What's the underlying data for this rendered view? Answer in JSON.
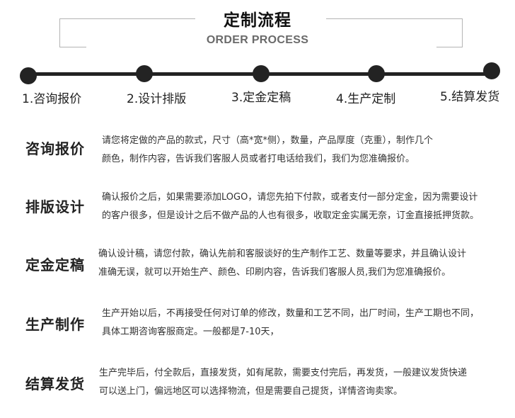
{
  "header": {
    "title_cn": "定制流程",
    "title_en": "ORDER PROCESS"
  },
  "timeline": {
    "line_color": "#222222",
    "steps": [
      {
        "label": "1.咨询报价"
      },
      {
        "label": "2.设计排版"
      },
      {
        "label": "3.定金定稿"
      },
      {
        "label": "4.生产定制"
      },
      {
        "label": "5.结算发货"
      }
    ]
  },
  "sections": [
    {
      "title": "咨询报价",
      "lines": [
        "请您将定做的产品的款式，尺寸（高*宽*侧），数量，产品厚度（克重），制作几个",
        "颜色，制作内容，告诉我们客服人员或者打电话给我们，我们为您准确报价。"
      ]
    },
    {
      "title": "排版设计",
      "lines": [
        "确认报价之后，如果需要添加LOGO，请您先拍下付款，或者支付一部分定金，因为需要设计",
        "的客户很多，但是设计之后不做产品的人也有很多，收取定金实属无奈，订金直接抵押货款。"
      ]
    },
    {
      "title": "定金定稿",
      "lines": [
        "确认设计稿，请您付款，确认先前和客服谈好的生产制作工艺、数量等要求，并且确认设计",
        "准确无误，就可以开始生产、颜色、印刷内容，告诉我们客服人员,我们为您准确报价。"
      ]
    },
    {
      "title": "生产制作",
      "lines": [
        "生产开始以后，不再接受任何对订单的修改，数量和工艺不同，出厂时间，生产工期也不同，",
        "具体工期咨询客服商定。一般都是7-10天，"
      ]
    },
    {
      "title": "结算发货",
      "lines": [
        "生产完毕后，付全款后，直接发货，如有尾款，需要支付完后，再发货，一般建议发货快递",
        "可以送上门，偏远地区可以选择物流，但是需要自己提货，详情咨询卖家。"
      ]
    }
  ]
}
